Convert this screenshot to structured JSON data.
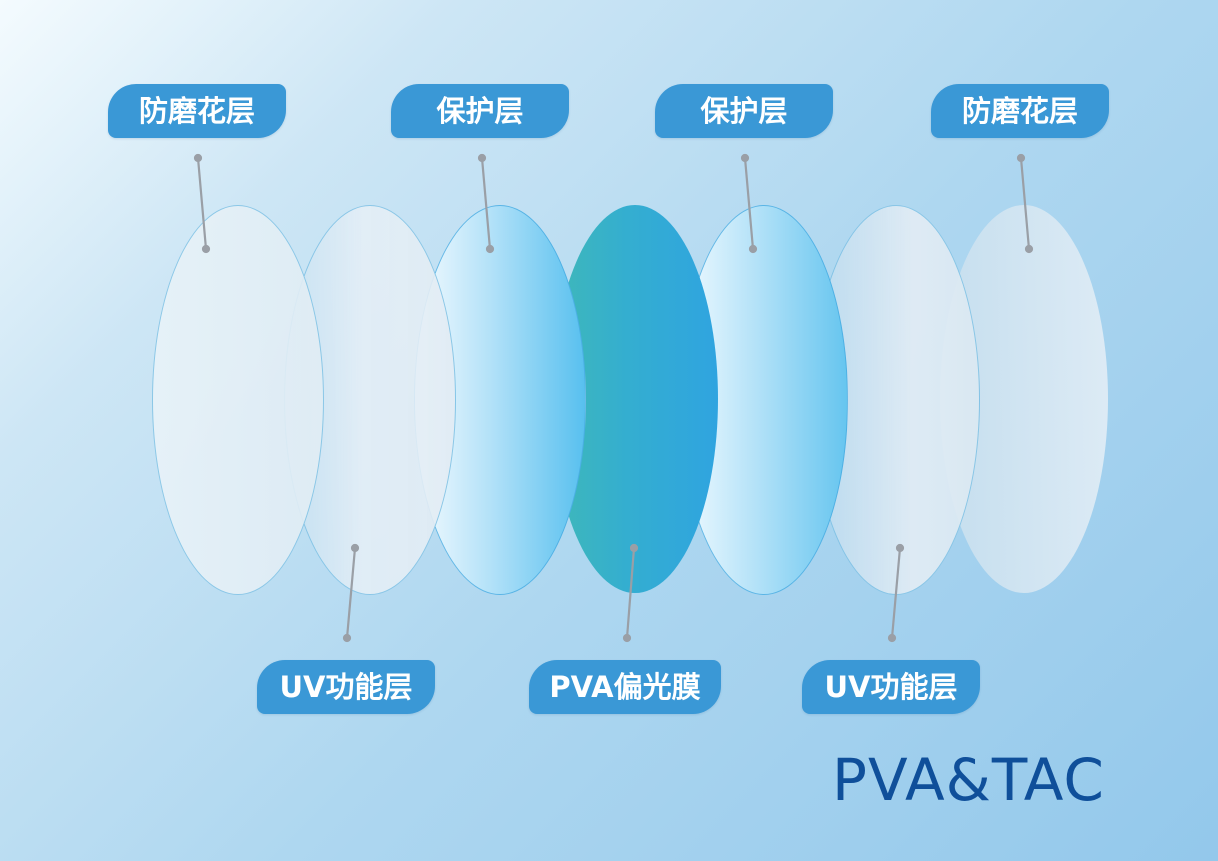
{
  "title": "PVA&TAC",
  "colors": {
    "badge": "#3a98d6",
    "badge_text": "#ffffff",
    "title": "#0f4f9a",
    "leader": "#9a9fa6",
    "pva_layer": "#2fa7d8"
  },
  "layers": [
    {
      "name": "anti-scratch-layer-left",
      "label": "防磨花层"
    },
    {
      "name": "uv-layer-left",
      "label": "UV功能层"
    },
    {
      "name": "protective-layer-left",
      "label": "保护层"
    },
    {
      "name": "pva-film",
      "label": "PVA偏光膜"
    },
    {
      "name": "protective-layer-right",
      "label": "保护层"
    },
    {
      "name": "uv-layer-right",
      "label": "UV功能层"
    },
    {
      "name": "anti-scratch-layer-right",
      "label": "防磨花层"
    }
  ]
}
